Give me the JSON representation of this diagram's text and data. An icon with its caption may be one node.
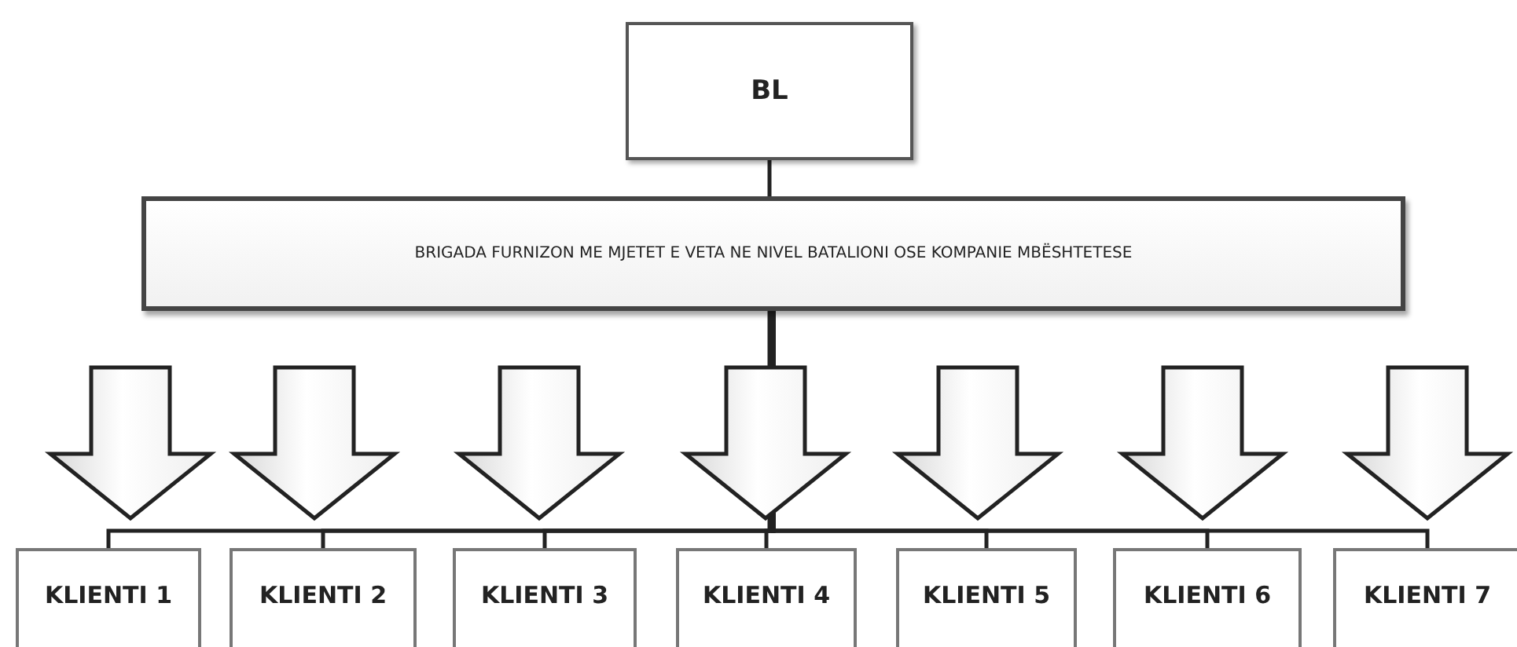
{
  "diagram": {
    "nodes": [
      {
        "text": [
          "BL"
        ]
      },
      {
        "text": [
          "BRIGADA FURNIZON ME MJETET E VETA NE NIVEL BATALIONI OSE KOMPANIE MBËSHTETESE"
        ]
      },
      {
        "text": [
          "KLIENTI 1"
        ]
      },
      {
        "text": [
          "KLIENTI 2"
        ]
      },
      {
        "text": [
          "KLIENTI 3"
        ]
      },
      {
        "text": [
          "KLIENTI 4"
        ]
      },
      {
        "text": [
          "KLIENTI 5"
        ]
      },
      {
        "text": [
          "KLIENTI 6"
        ]
      },
      {
        "text": [
          "KLIENTI 7"
        ]
      }
    ],
    "edges": [
      {
        "from": 0,
        "to": 1,
        "arrow": "none"
      },
      {
        "from": 1,
        "to": 2,
        "arrow": "none"
      },
      {
        "from": 1,
        "to": 3,
        "arrow": "none"
      },
      {
        "from": 1,
        "to": 4,
        "arrow": "none"
      },
      {
        "from": 1,
        "to": 5,
        "arrow": "none"
      },
      {
        "from": 1,
        "to": 6,
        "arrow": "none"
      },
      {
        "from": 1,
        "to": 7,
        "arrow": "none"
      },
      {
        "from": 1,
        "to": 8,
        "arrow": "none"
      },
      {
        "from": null,
        "to": 2,
        "arrow": "to",
        "style": "thick"
      },
      {
        "from": null,
        "to": 3,
        "arrow": "to",
        "style": "thick"
      },
      {
        "from": null,
        "to": 4,
        "arrow": "to",
        "style": "thick"
      },
      {
        "from": null,
        "to": 5,
        "arrow": "to",
        "style": "thick"
      },
      {
        "from": null,
        "to": 6,
        "arrow": "to",
        "style": "thick"
      },
      {
        "from": null,
        "to": 7,
        "arrow": "to",
        "style": "thick"
      },
      {
        "from": null,
        "to": 8,
        "arrow": "to",
        "style": "thick"
      }
    ]
  }
}
